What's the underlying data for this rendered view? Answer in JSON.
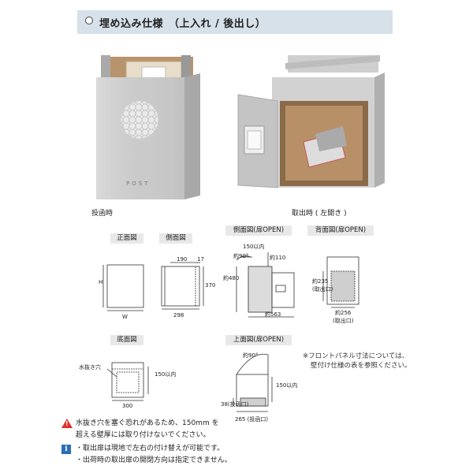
{
  "header": {
    "title": "埋め込み仕様　（上入れ / 後出し）"
  },
  "photos": {
    "left_caption": "投函時",
    "right_caption": "取出時 ( 左開き )",
    "post_label": "POST"
  },
  "diagrams": {
    "front": {
      "tag": "正面図",
      "h_label": "H",
      "w_label": "W"
    },
    "side": {
      "tag": "側面図",
      "dim_190": "190",
      "dim_17": "17",
      "dim_370": "370",
      "dim_298": "298"
    },
    "side_open": {
      "tag": "側面図(扉OPEN)",
      "dim_150": "150以内",
      "dim_110": "約110",
      "dim_90": "約90°",
      "dim_480": "約480",
      "dim_563": "約563"
    },
    "back_open": {
      "tag": "背面図(扉OPEN)",
      "dim_235a": "約235",
      "dim_235b": "(取出口)",
      "dim_256a": "約256",
      "dim_256b": "(取出口)"
    },
    "bottom": {
      "tag": "底面図",
      "drain_label": "水抜き穴",
      "dim_150": "150以内",
      "dim_300": "300"
    },
    "top_open": {
      "tag": "上面図(扉OPEN)",
      "dim_90": "約90°",
      "dim_150": "150以内",
      "dim_38": "38(投函口)",
      "dim_265": "265 (投函口)"
    }
  },
  "notes": {
    "panel_note_line1": "※フロントパネル寸法については、",
    "panel_note_line2": "壁付け仕様の表を参照ください。"
  },
  "warning": {
    "line1": "水抜き穴を塞ぐ恐れがあるため、150mm を",
    "line2": "超える壁厚には取り付けないでください。"
  },
  "info": {
    "line1": "・取出扉は現地で左右の付け替えが可能です。",
    "line2": "・出荷時の取出扉の開閉方向は指定できません。"
  },
  "colors": {
    "header_bg": "#d6e1ea",
    "warning": "#e0302a",
    "info": "#2a6fb5",
    "tag_bg": "#e8e8e8"
  }
}
